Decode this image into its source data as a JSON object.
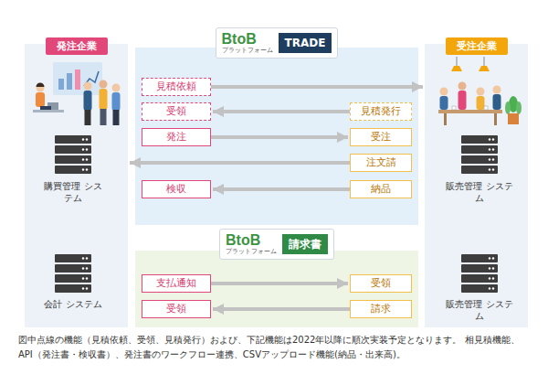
{
  "diagram": {
    "caption": "図中点線の機能（見積依頼、受領、見積発行）および、下記機能は2022年以降に順次実装予定となります。 相見積機能、API（発注書・検収書）、発注書のワークフロー連携、CSVアップロード機能(納品・出来高)。",
    "nodes": [
      {
        "text": [
          "発注企業"
        ]
      },
      {
        "text": [
          "購買管理 システム"
        ],
        "in": 0
      },
      {
        "text": [
          "会計 システム"
        ],
        "in": 0
      },
      {
        "text": [
          "BtoB",
          "プラットフォーム",
          "TRADE"
        ]
      },
      {
        "text": [
          "見積依頼"
        ],
        "in": 3
      },
      {
        "text": [
          "受領"
        ],
        "in": 3
      },
      {
        "text": [
          "見積発行"
        ],
        "in": 3
      },
      {
        "text": [
          "発注"
        ],
        "in": 3
      },
      {
        "text": [
          "受注"
        ],
        "in": 3
      },
      {
        "text": [
          "注文請"
        ],
        "in": 3
      },
      {
        "text": [
          "検収"
        ],
        "in": 3
      },
      {
        "text": [
          "納品"
        ],
        "in": 3
      },
      {
        "text": [
          "BtoB",
          "プラットフォーム",
          "請求書"
        ]
      },
      {
        "text": [
          "支払通知"
        ],
        "in": 12
      },
      {
        "text": [
          "受領"
        ],
        "in": 12
      },
      {
        "text": [
          "受領"
        ],
        "in": 12
      },
      {
        "text": [
          "請求"
        ],
        "in": 12
      },
      {
        "text": [
          "受注企業"
        ]
      },
      {
        "text": [
          "販売管理 システム"
        ],
        "in": 17
      },
      {
        "text": [
          "販売管理 システム"
        ],
        "in": 17
      }
    ],
    "edges": [
      {
        "from": 4,
        "to": 17,
        "arrow": "to"
      },
      {
        "from": 6,
        "to": 5,
        "arrow": "to"
      },
      {
        "from": 7,
        "to": 8,
        "arrow": "to"
      },
      {
        "from": 9,
        "to": 0,
        "arrow": "to"
      },
      {
        "from": 11,
        "to": 10,
        "arrow": "to"
      },
      {
        "from": 13,
        "to": 14,
        "arrow": "to"
      },
      {
        "from": 16,
        "to": 15,
        "arrow": "to"
      }
    ]
  }
}
